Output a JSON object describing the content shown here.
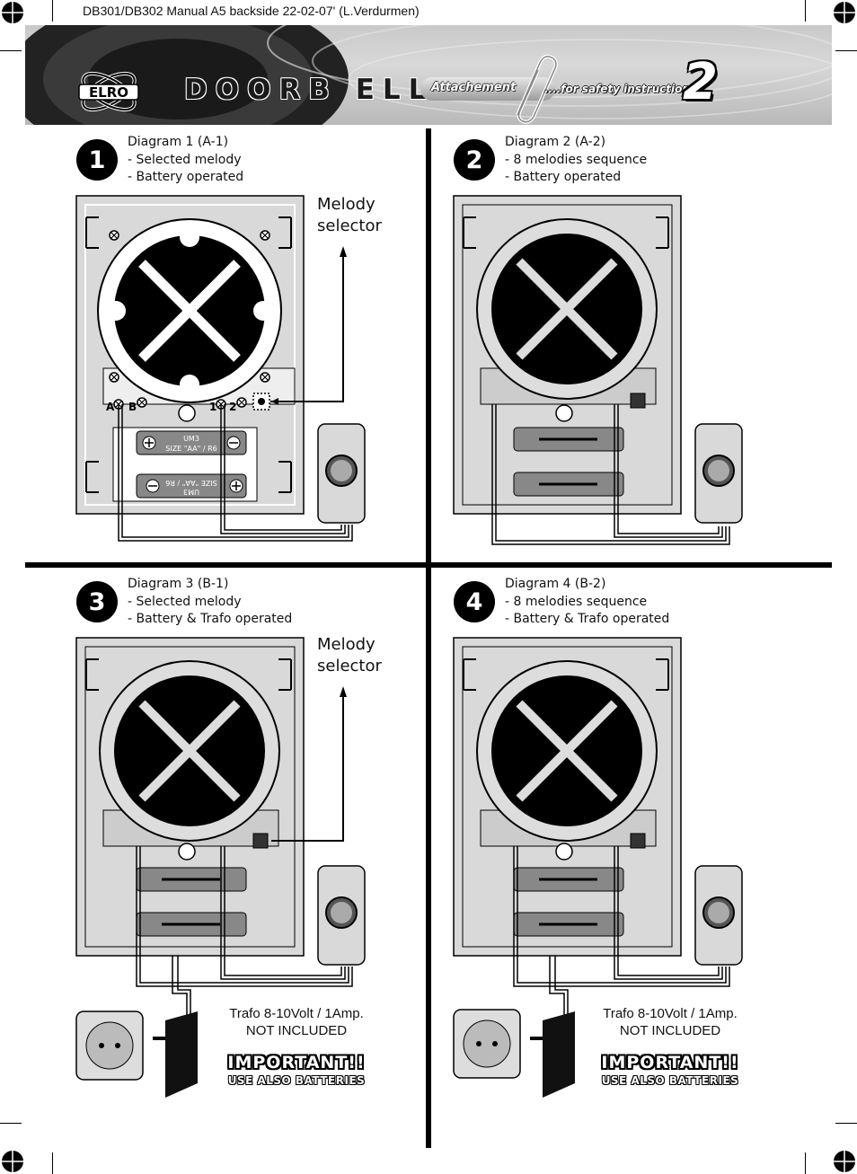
{
  "header": {
    "line": "DB301/DB302 Manual A5 backside 22-02-07' (L.Verdurmen)"
  },
  "banner": {
    "logo_text": "ELRO",
    "title": "DOORB ELL",
    "attachment_label": "Attachement",
    "safety_label": "....for safety instructions",
    "page_number": "2"
  },
  "panels": [
    {
      "number": "1",
      "title": "Diagram 1 (A-1)",
      "line1": "- Selected melody",
      "line2": "- Battery operated"
    },
    {
      "number": "2",
      "title": "Diagram 2 (A-2)",
      "line1": "- 8 melodies sequence",
      "line2": "- Battery operated"
    },
    {
      "number": "3",
      "title": "Diagram 3 (B-1)",
      "line1": "- Selected melody",
      "line2": "- Battery & Trafo operated"
    },
    {
      "number": "4",
      "title": "Diagram 4 (B-2)",
      "line1": "- 8 melodies sequence",
      "line2": "- Battery & Trafo operated"
    }
  ],
  "melody_selector": {
    "line1": "Melody",
    "line2": "selector"
  },
  "terminals": {
    "a": "A",
    "b": "B",
    "one": "1",
    "two": "2"
  },
  "battery": {
    "type": "UM3",
    "size": "SIZE \"AA\" / R6"
  },
  "trafo": {
    "line1": "Trafo 8-10Volt / 1Amp.",
    "line2": "NOT INCLUDED"
  },
  "important": {
    "line1": "IMPORTANT!!",
    "line2": "USE ALSO BATTERIES"
  },
  "colors": {
    "panel_fill": "#d9d9d9",
    "dark": "#000000",
    "banner": "#c8c8c8"
  }
}
